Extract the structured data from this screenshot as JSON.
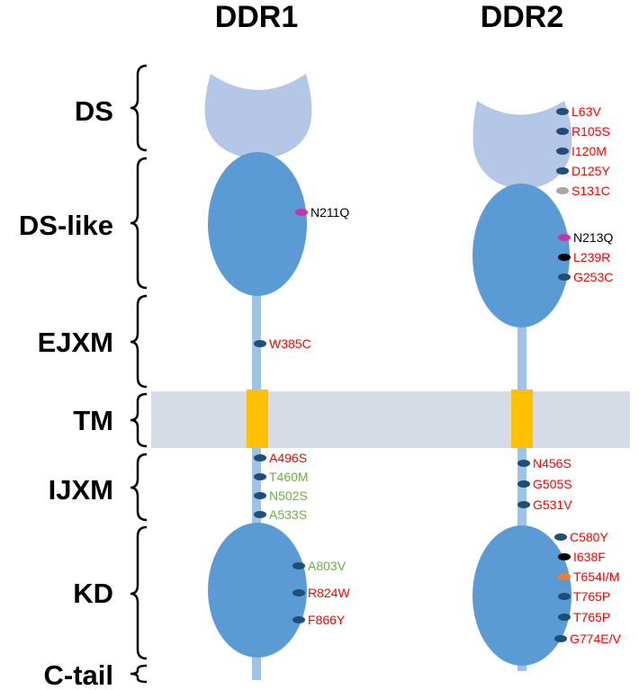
{
  "colors": {
    "ds_domain": "#b4c7e7",
    "globular_domain": "#5b9bd5",
    "stalk": "#9dc3e6",
    "membrane": "#d6dce5",
    "tm_segment": "#ffc000",
    "mutation_dot_default": "#1f4e79",
    "mutation_dot_magenta": "#cc33aa",
    "mutation_dot_black": "#000000",
    "mutation_dot_gray": "#a6a6a6",
    "mutation_dot_orange": "#ed7d31",
    "text_red": "#ff0000",
    "text_green": "#70ad47",
    "text_black": "#000000"
  },
  "proteins": [
    {
      "id": "ddr1",
      "name": "DDR1"
    },
    {
      "id": "ddr2",
      "name": "DDR2"
    }
  ],
  "regions": [
    {
      "id": "ds",
      "label": "DS"
    },
    {
      "id": "ds-like",
      "label": "DS-like"
    },
    {
      "id": "ejxm",
      "label": "EJXM"
    },
    {
      "id": "tm",
      "label": "TM"
    },
    {
      "id": "ijxm",
      "label": "IJXM"
    },
    {
      "id": "kd",
      "label": "KD"
    },
    {
      "id": "c-tail",
      "label": "C-tail"
    }
  ],
  "mutations": {
    "ddr1": [
      {
        "label": "N211Q",
        "dot": "magenta",
        "text": "black"
      },
      {
        "label": "W385C",
        "dot": "default",
        "text": "red"
      },
      {
        "label": "A496S",
        "dot": "default",
        "text": "red"
      },
      {
        "label": "T460M",
        "dot": "default",
        "text": "green"
      },
      {
        "label": "N502S",
        "dot": "default",
        "text": "green"
      },
      {
        "label": "A533S",
        "dot": "default",
        "text": "green"
      },
      {
        "label": "A803V",
        "dot": "default",
        "text": "green"
      },
      {
        "label": "R824W",
        "dot": "default",
        "text": "red"
      },
      {
        "label": "F866Y",
        "dot": "default",
        "text": "red"
      }
    ],
    "ddr2": [
      {
        "label": "L63V",
        "dot": "default",
        "text": "red"
      },
      {
        "label": "R105S",
        "dot": "default",
        "text": "red"
      },
      {
        "label": "I120M",
        "dot": "default",
        "text": "red"
      },
      {
        "label": "D125Y",
        "dot": "default",
        "text": "red"
      },
      {
        "label": "S131C",
        "dot": "gray",
        "text": "red"
      },
      {
        "label": "N213Q",
        "dot": "magenta",
        "text": "black"
      },
      {
        "label": "L239R",
        "dot": "black",
        "text": "red"
      },
      {
        "label": "G253C",
        "dot": "default",
        "text": "red"
      },
      {
        "label": "N456S",
        "dot": "default",
        "text": "red"
      },
      {
        "label": "G505S",
        "dot": "default",
        "text": "red"
      },
      {
        "label": "G531V",
        "dot": "default",
        "text": "red"
      },
      {
        "label": "C580Y",
        "dot": "default",
        "text": "red"
      },
      {
        "label": "I638F",
        "dot": "black",
        "text": "red"
      },
      {
        "label": "T654I/M",
        "dot": "orange",
        "text": "red"
      },
      {
        "label": "T765P",
        "dot": "default",
        "text": "red"
      },
      {
        "label": "T765P",
        "dot": "default",
        "text": "red"
      },
      {
        "label": "G774E/V",
        "dot": "default",
        "text": "red"
      }
    ]
  }
}
